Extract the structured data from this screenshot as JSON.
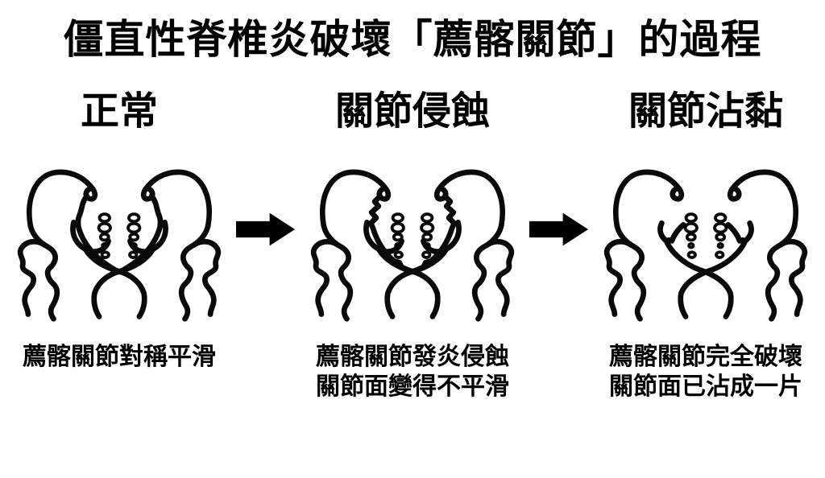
{
  "colors": {
    "background": "#ffffff",
    "foreground": "#0a0a0a"
  },
  "title": "僵直性脊椎炎破壞「薦髂關節」的過程",
  "stages": [
    {
      "heading": "正常",
      "illustration": "pelvis-normal",
      "caption_lines": [
        "薦髂關節對稱平滑",
        ""
      ]
    },
    {
      "heading": "關節侵蝕",
      "illustration": "pelvis-eroded",
      "caption_lines": [
        "薦髂關節發炎侵蝕",
        "關節面變得不平滑"
      ]
    },
    {
      "heading": "關節沾黏",
      "illustration": "pelvis-fused",
      "caption_lines": [
        "薦髂關節完全破壞",
        "關節面已沾成一片"
      ]
    }
  ],
  "icons": {
    "stage_transition": "right-arrow"
  }
}
